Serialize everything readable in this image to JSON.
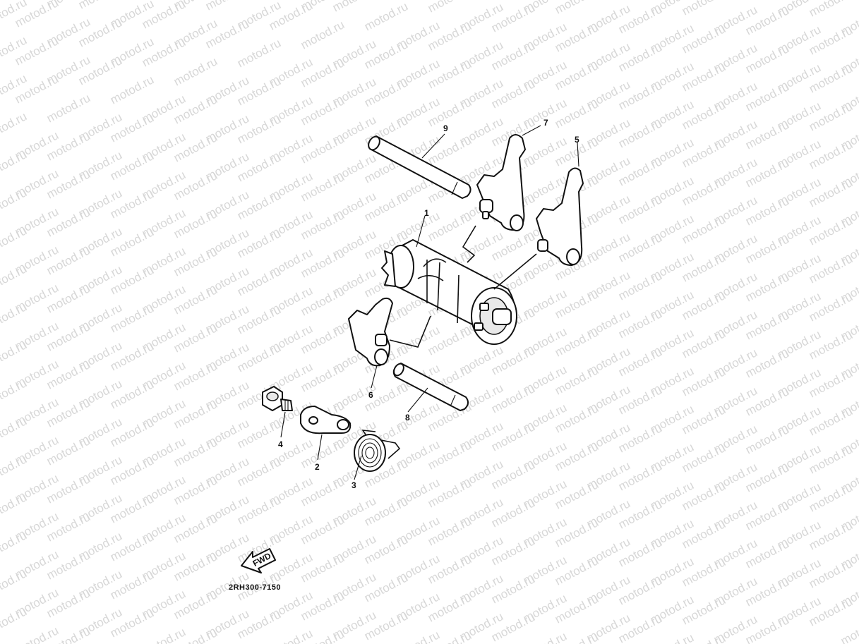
{
  "watermark": {
    "text": "motod.ru"
  },
  "parts": [
    {
      "id": "part-1",
      "number": "1"
    },
    {
      "id": "part-2",
      "number": "2"
    },
    {
      "id": "part-3",
      "number": "3"
    },
    {
      "id": "part-4",
      "number": "4"
    },
    {
      "id": "part-5",
      "number": "5"
    },
    {
      "id": "part-6",
      "number": "6"
    },
    {
      "id": "part-7",
      "number": "7"
    },
    {
      "id": "part-8",
      "number": "8"
    },
    {
      "id": "part-9",
      "number": "9"
    }
  ],
  "fwd_arrow": {
    "label": "FWD"
  },
  "drawing_code": "2RH300-7150"
}
